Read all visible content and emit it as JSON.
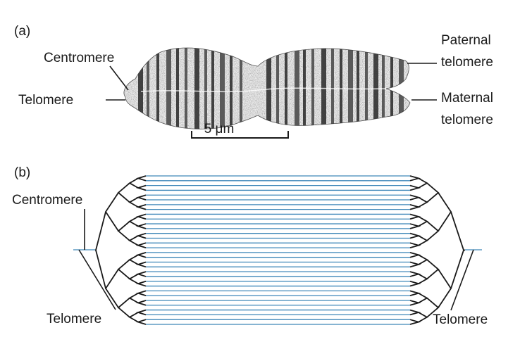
{
  "panel_a": {
    "label": "(a)",
    "centromere_label": "Centromere",
    "telomere_label": "Telomere",
    "paternal_label": [
      "Paternal",
      "telomere"
    ],
    "maternal_label": [
      "Maternal",
      "telomere"
    ],
    "scale_bar_label": "5 μm"
  },
  "panel_b": {
    "label": "(b)",
    "centromere_label": "Centromere",
    "left_telomere_label": "Telomere",
    "right_telomere_label": "Telomere",
    "strand_count": 32
  },
  "colors": {
    "ink": "#1a1a1a",
    "strand": "#3d86b8",
    "chromosome_light": "#d8d8d8",
    "chromosome_dark": "#2a2a2a"
  }
}
